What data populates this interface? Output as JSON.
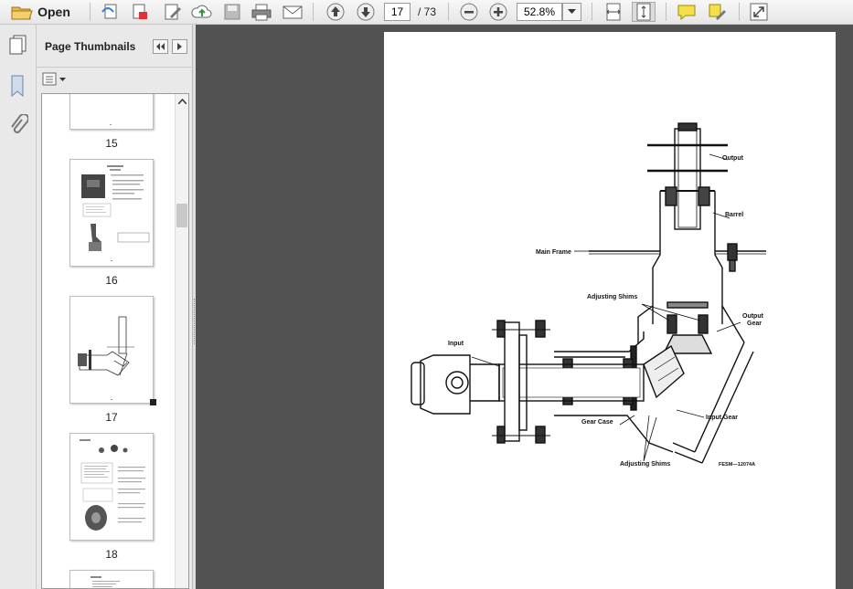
{
  "toolbar": {
    "open_label": "Open",
    "current_page": "17",
    "page_of": "/ 73",
    "zoom": "52.8%",
    "icons": [
      "folder-icon",
      "create-pdf-icon",
      "convert-icon",
      "edit-icon",
      "upload-icon",
      "save-icon",
      "print-icon",
      "email-icon",
      "prev-page-icon",
      "next-page-icon",
      "zoom-out-icon",
      "zoom-in-icon",
      "fit-width-icon",
      "fit-page-icon",
      "comment-icon",
      "highlight-icon",
      "expand-icon"
    ]
  },
  "panel": {
    "title": "Page Thumbnails",
    "thumbnails": [
      {
        "label": "15",
        "selected": false
      },
      {
        "label": "16",
        "selected": false
      },
      {
        "label": "17",
        "selected": true
      },
      {
        "label": "18",
        "selected": false
      }
    ]
  },
  "diagram": {
    "labels": {
      "output": "Output",
      "barrel": "Barrel",
      "main_frame": "Main Frame",
      "adjusting_shims_top": "Adjusting Shims",
      "output_gear_1": "Output",
      "output_gear_2": "Gear",
      "input": "Input",
      "input_gear": "Input Gear",
      "gear_case": "Gear Case",
      "adjusting_shims_bottom": "Adjusting Shims",
      "figure_id": "FESM—12074A"
    }
  }
}
